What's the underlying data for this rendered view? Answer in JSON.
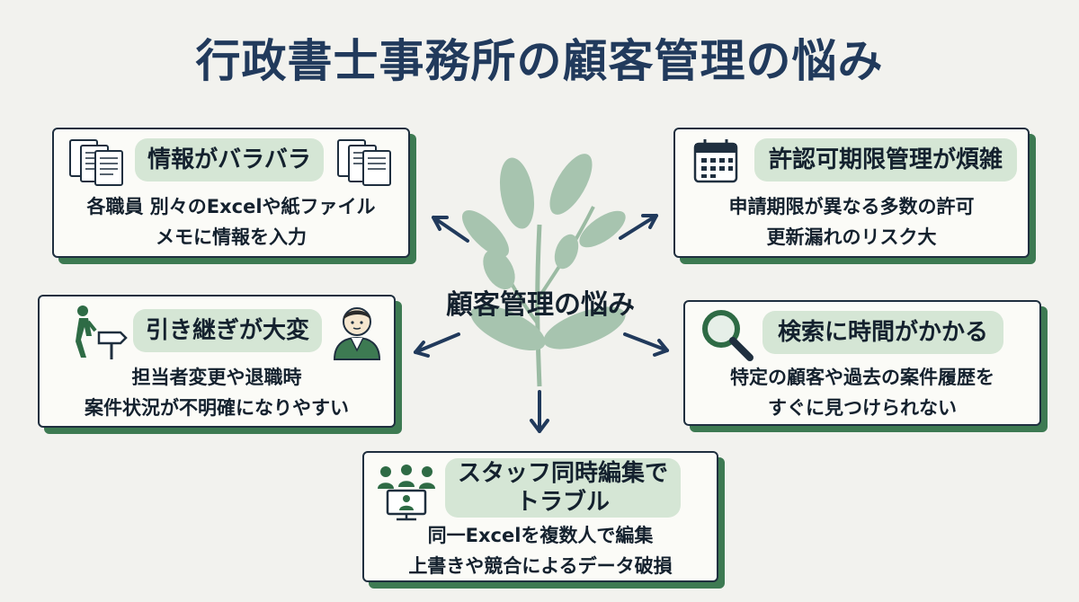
{
  "title": "行政書士事務所の顧客管理の悩み",
  "center_label": "顧客管理の悩み",
  "cards": {
    "info": {
      "heading": "情報がバラバラ",
      "lines": [
        "各職員 別々のExcelや紙ファイル",
        "メモに情報を入力"
      ]
    },
    "deadline": {
      "heading": "許認可期限管理が煩雑",
      "lines": [
        "申請期限が異なる多数の許可",
        "更新漏れのリスク大"
      ]
    },
    "handover": {
      "heading": "引き継ぎが大変",
      "lines": [
        "担当者変更や退職時",
        "案件状況が不明確になりやすい"
      ]
    },
    "search": {
      "heading": "検索に時間がかかる",
      "lines": [
        "特定の顧客や過去の案件履歴を",
        "すぐに見つけられない"
      ]
    },
    "concurrent": {
      "heading_lines": [
        "スタッフ同時編集で",
        "トラブル"
      ],
      "lines": [
        "同一Excelを複数人で編集",
        "上書きや競合によるデータ破損"
      ]
    }
  },
  "colors": {
    "navy": "#213a5c",
    "green_shadow": "#3d7a52",
    "pill": "#d5e6d5",
    "leaf": "#7fa98b"
  },
  "icons": [
    "documents-icon",
    "calendar-icon",
    "walking-person-icon",
    "person-avatar-icon",
    "magnifier-icon",
    "team-monitor-icon",
    "plant-icon",
    "arrow-icon"
  ]
}
